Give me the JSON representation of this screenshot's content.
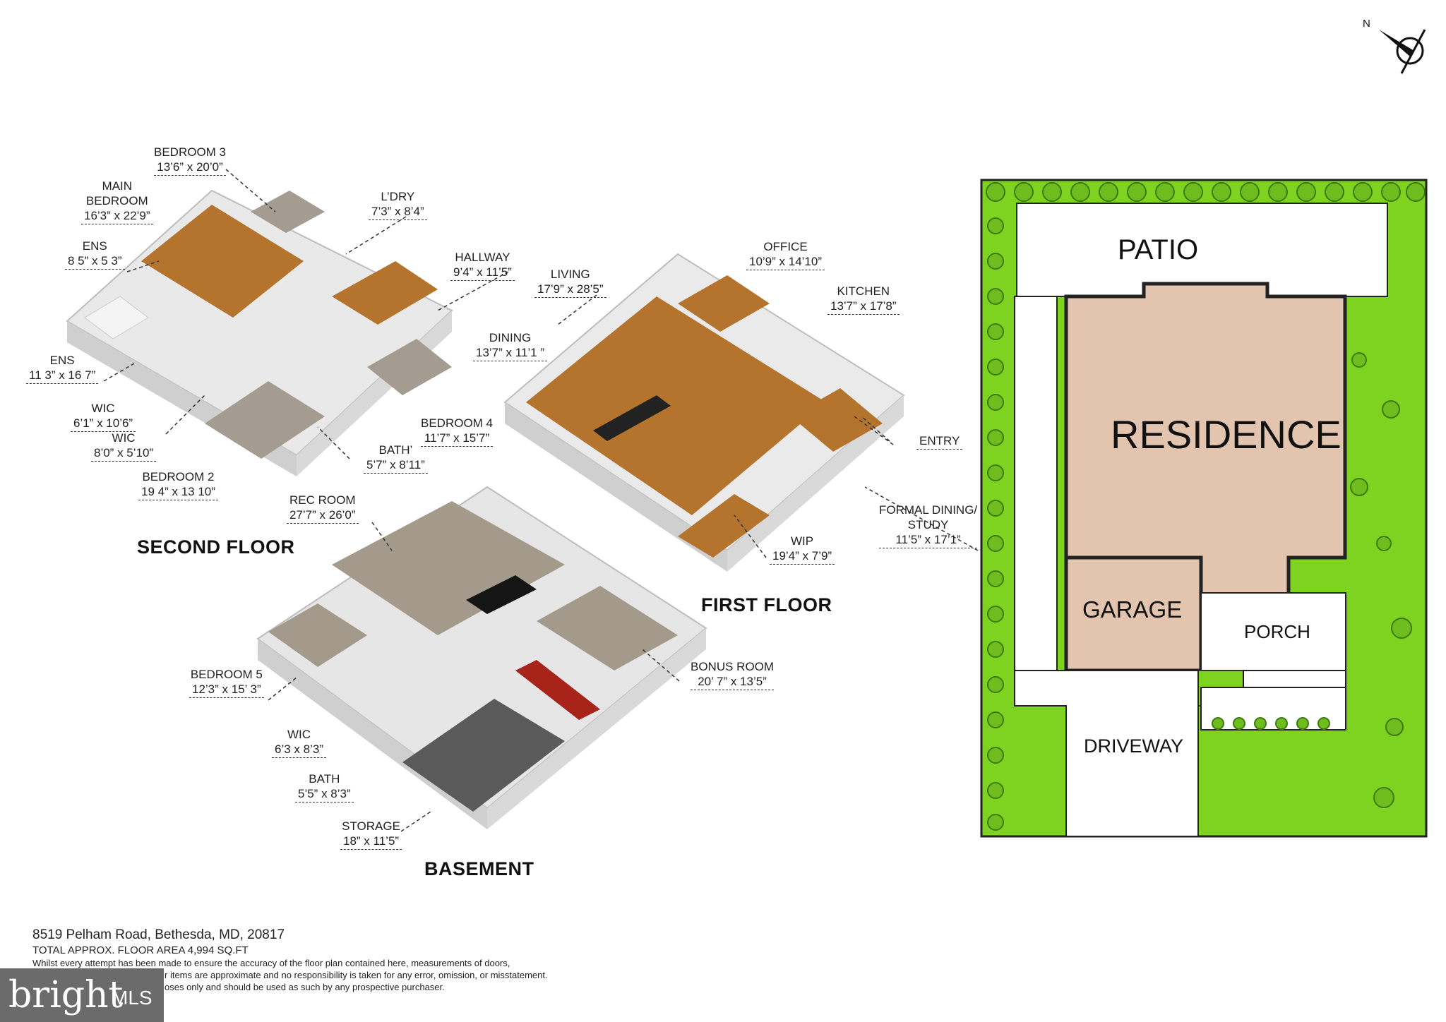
{
  "floors": {
    "second": "SECOND FLOOR",
    "first": "FIRST FLOOR",
    "basement": "BASEMENT"
  },
  "rooms": {
    "bedroom3": {
      "name": "BEDROOM 3",
      "dim": "13’6” x 20’0”"
    },
    "main_bedroom": {
      "name1": "MAIN",
      "name2": "BEDROOM",
      "dim": "16’3” x 22’9”"
    },
    "ens1": {
      "name": "ENS",
      "dim": "8 5” x 5 3”"
    },
    "ldry": {
      "name": "L’DRY",
      "dim": "7’3” x 8’4”"
    },
    "hallway": {
      "name": "HALLWAY",
      "dim": "9’4” x 11’5”"
    },
    "ens2": {
      "name": "ENS",
      "dim": "11 3” x 16 7”"
    },
    "wic1": {
      "name": "WIC",
      "dim": "6’1” x 10’6”"
    },
    "wic2": {
      "name": "WIC",
      "dim": "8’0” x 5’10”"
    },
    "bath_second": {
      "name": "BATH’",
      "dim": "5’7” x 8’11”"
    },
    "bedroom4": {
      "name": "BEDROOM 4",
      "dim": "11’7” x 15’7”"
    },
    "bedroom2": {
      "name": "BEDROOM 2",
      "dim": "19 4” x 13 10”"
    },
    "living": {
      "name": "LIVING",
      "dim": "17’9” x 28’5”"
    },
    "office": {
      "name": "OFFICE",
      "dim": "10’9” x 14’10”"
    },
    "kitchen": {
      "name": "KITCHEN",
      "dim": "13’7” x 17’8”"
    },
    "dining": {
      "name": "DINING",
      "dim": "13’7” x 11’1 ”"
    },
    "entry": {
      "name": "ENTRY"
    },
    "formal_dining": {
      "name1": "FORMAL DINING/",
      "name2": "STUDY",
      "dim": "11’5” x 17’1”"
    },
    "wip": {
      "name": "WIP",
      "dim": "19’4” x 7’9”"
    },
    "rec_room": {
      "name": "REC ROOM",
      "dim": "27’7” x 26’0”"
    },
    "bedroom5": {
      "name": "BEDROOM 5",
      "dim": "12’3” x 15’ 3”"
    },
    "bonus_room": {
      "name": "BONUS ROOM",
      "dim": "20’ 7” x 13’5”"
    },
    "wic_basement": {
      "name": "WIC",
      "dim": "6’3 x 8’3”"
    },
    "bath_basement": {
      "name": "BATH",
      "dim": "5’5” x 8’3”"
    },
    "storage": {
      "name": "STORAGE",
      "dim": "18” x 11’5”"
    }
  },
  "site_plan": {
    "patio": "PATIO",
    "residence": "RESIDENCE",
    "garage": "GARAGE",
    "porch": "PORCH",
    "driveway": "DRIVEWAY",
    "colors": {
      "lawn": "#7ed321",
      "residence": "#e3c4ae",
      "outline": "#222222"
    }
  },
  "compass": {
    "label": "N"
  },
  "footer": {
    "address": "8519 Pelham Road, Bethesda, MD, 20817",
    "area": "TOTAL APPROX. FLOOR AREA 4,994 SQ.FT",
    "line1": "Whilst every attempt has been made to ensure the accuracy of the floor plan contained here, measurements of doors,",
    "line2": "r items are approximate and no responsibility is taken for any error, omission, or misstatement.",
    "line3": "oses only and should be used as such by any prospective purchaser."
  },
  "watermark": {
    "brand": "bright",
    "suffix": "MLS"
  }
}
